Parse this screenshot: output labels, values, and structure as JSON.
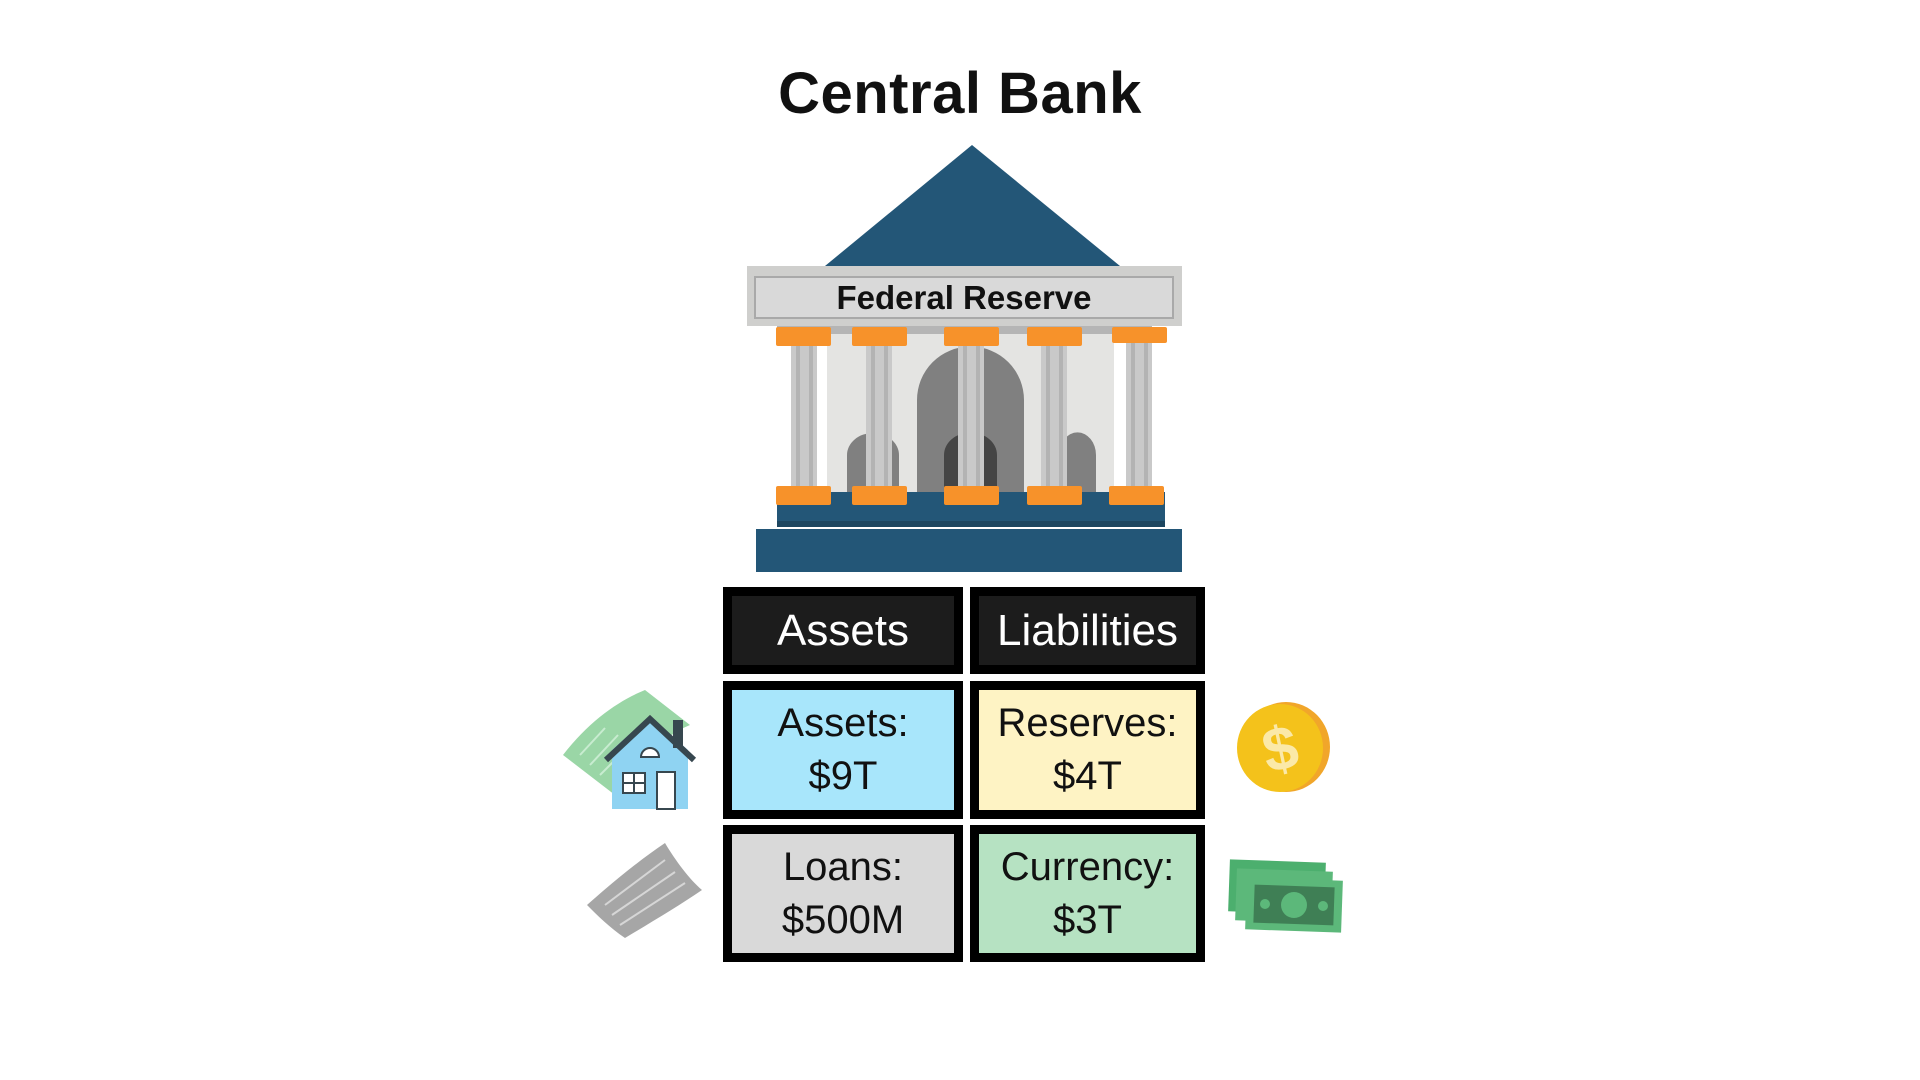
{
  "title": "Central Bank",
  "building": {
    "label": "Federal Reserve"
  },
  "balance_sheet": {
    "headers": {
      "assets": "Assets",
      "liabilities": "Liabilities"
    },
    "rows": [
      {
        "asset": {
          "label": "Assets:",
          "value": "$9T",
          "color": "#a8e6fb",
          "icon": "house-mortgage-icon"
        },
        "liability": {
          "label": "Reserves:",
          "value": "$4T",
          "color": "#fef3c4",
          "icon": "gold-coin-icon"
        }
      },
      {
        "asset": {
          "label": "Loans:",
          "value": "$500M",
          "color": "#d9d9d9",
          "icon": "loan-document-icon"
        },
        "liability": {
          "label": "Currency:",
          "value": "$3T",
          "color": "#b6e2c2",
          "icon": "banknotes-icon"
        }
      }
    ]
  },
  "colors": {
    "building_blue": "#235677",
    "column_orange": "#f7922a",
    "header_black": "#1c1c1c"
  }
}
